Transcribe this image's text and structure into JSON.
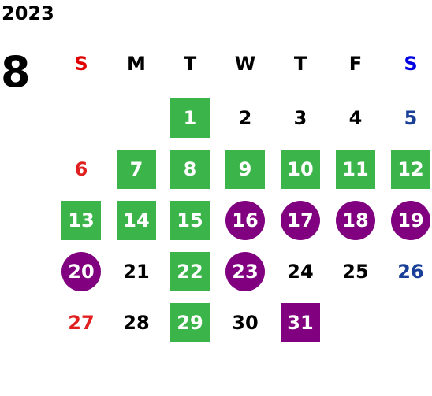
{
  "calendar": {
    "year": "2023",
    "month": "8",
    "weekdays": [
      {
        "label": "S",
        "color": "#e00000"
      },
      {
        "label": "M",
        "color": "#000000"
      },
      {
        "label": "T",
        "color": "#000000"
      },
      {
        "label": "W",
        "color": "#000000"
      },
      {
        "label": "T",
        "color": "#000000"
      },
      {
        "label": "F",
        "color": "#000000"
      },
      {
        "label": "S",
        "color": "#0000e0"
      }
    ],
    "first_weekday": 2,
    "days_in_month": 31,
    "colors": {
      "green": "#3bb54a",
      "purple": "#800080",
      "sunday": "#e02020",
      "saturday": "#1a3f99",
      "plain": "#000000",
      "on_fill": "#ffffff"
    },
    "day_styles": {
      "1": "green-square",
      "7": "green-square",
      "8": "green-square",
      "9": "green-square",
      "10": "green-square",
      "11": "green-square",
      "12": "green-square",
      "13": "green-square",
      "14": "green-square",
      "15": "green-square",
      "16": "purple-circle",
      "17": "purple-circle",
      "18": "purple-circle",
      "19": "purple-circle",
      "20": "purple-circle",
      "22": "green-square",
      "23": "purple-circle",
      "29": "green-square",
      "31": "purple-square"
    }
  }
}
